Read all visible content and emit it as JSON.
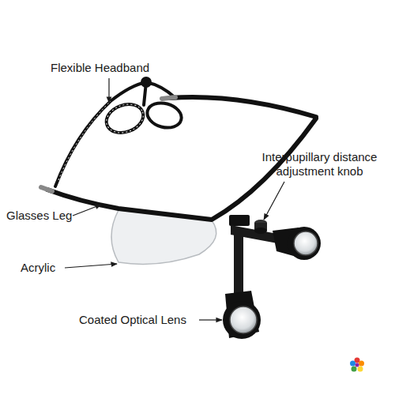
{
  "diagram": {
    "labels": [
      "Flexible Headband",
      "Interpupillary distance adjustment knob",
      "Glasses Leg",
      "Acrylic",
      "Coated Optical Lens"
    ]
  }
}
